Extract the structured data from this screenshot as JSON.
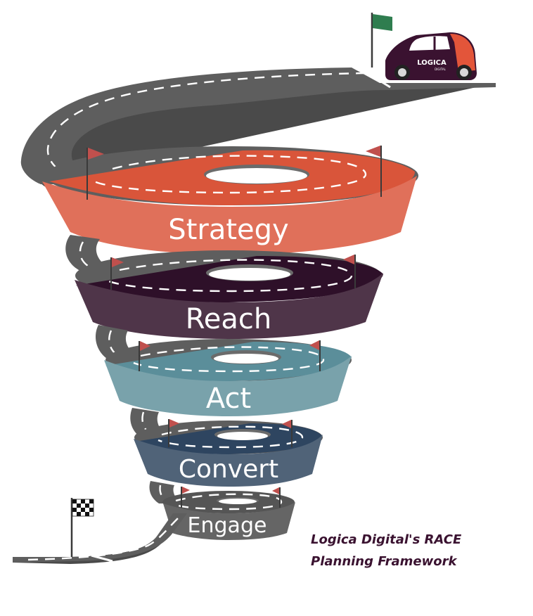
{
  "diagram": {
    "bands": [
      {
        "key": "strategy",
        "label": "Strategy",
        "color": "#e0705a",
        "top_color": "#d9553a"
      },
      {
        "key": "reach",
        "label": "Reach",
        "color": "#4f3549",
        "top_color": "#2e1029"
      },
      {
        "key": "act",
        "label": "Act",
        "color": "#79a2ab",
        "top_color": "#5b8e9a"
      },
      {
        "key": "convert",
        "label": "Convert",
        "color": "#506378",
        "top_color": "#2e4560"
      },
      {
        "key": "engage",
        "label": "Engage",
        "color": "#656565",
        "top_color": "#555555"
      }
    ],
    "car_logo": "LOGICA",
    "car_logo_sub": "DIGITAL",
    "caption_line1": "Logica Digital's RACE",
    "caption_line2": "Planning Framework",
    "colors": {
      "road": "#5e5e5e",
      "road_edge": "#4a4a4a",
      "flag_red": "#c0504d",
      "flag_green": "#2f7d4f",
      "car_body": "#3a1230",
      "car_accent": "#e3553a",
      "caption": "#3a1230"
    },
    "icons": [
      "green-start-flag-icon",
      "checkered-finish-flag-icon",
      "red-pennant-flag-icon",
      "car-icon"
    ]
  }
}
